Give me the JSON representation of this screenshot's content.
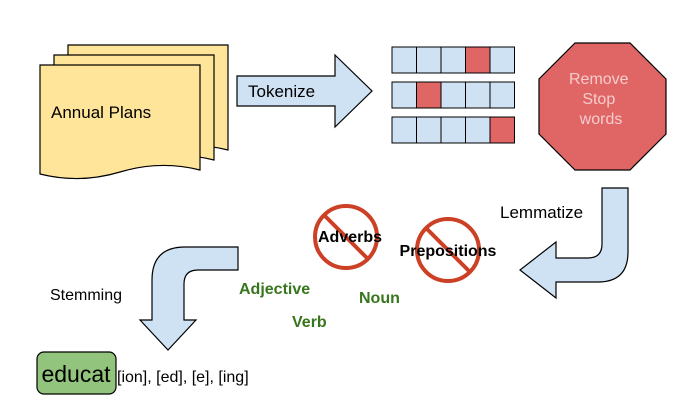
{
  "document": {
    "label": "Annual Plans",
    "fill": "#ffe599"
  },
  "steps": {
    "tokenize": "Tokenize",
    "remove_stop_words": [
      "Remove",
      "Stop",
      "words"
    ],
    "lemmatize": "Lemmatize",
    "stemming": "Stemming"
  },
  "removed_pos": {
    "adverbs": "Adverbs",
    "prepositions": "Prepositions"
  },
  "kept_pos": {
    "adjective": "Adjective",
    "noun": "Noun",
    "verb": "Verb"
  },
  "result": {
    "stem": "educat",
    "suffixes": "[ion], [ed], [e], [ing]"
  },
  "token_grid": {
    "rows": [
      [
        false,
        false,
        false,
        true,
        false
      ],
      [
        false,
        true,
        false,
        false,
        false
      ],
      [
        false,
        false,
        false,
        false,
        true
      ]
    ]
  },
  "colors": {
    "token_normal": "#cfe2f3",
    "token_highlight": "#e06666",
    "arrow_fill": "#cfe2f3",
    "stop_sign": "#e06666",
    "stop_text": "#f4cccc",
    "prohibit": "#cc4125",
    "kept_text": "#38761d",
    "stem_box": "#93c47d"
  }
}
